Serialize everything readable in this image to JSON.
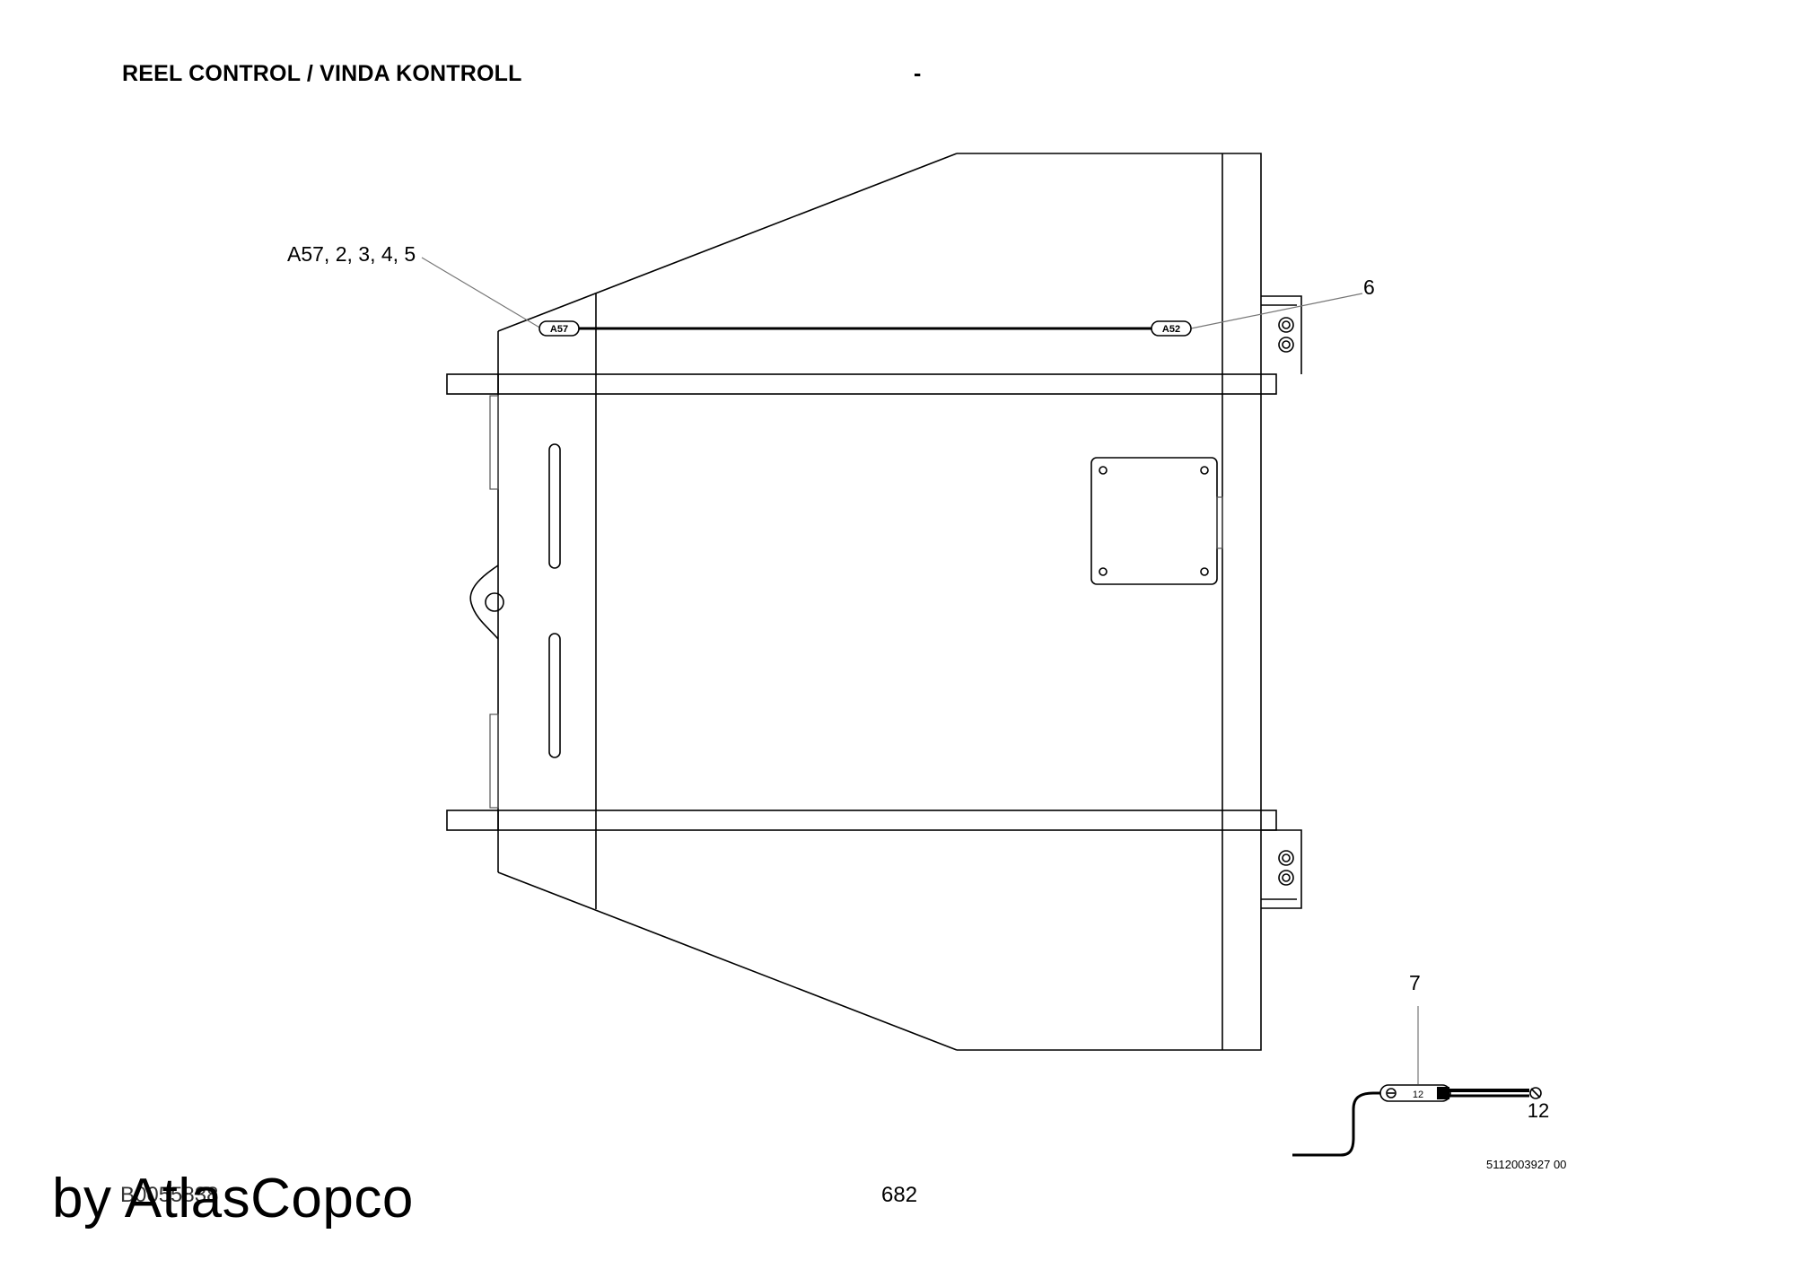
{
  "header": {
    "title": "REEL CONTROL / VINDA KONTROLL",
    "dash": "-"
  },
  "callouts": {
    "c1": "A57, 2, 3, 4, 5",
    "c6": "6",
    "c7": "7"
  },
  "tags": {
    "a57": "A57",
    "a52": "A52",
    "t12": "12",
    "end12": "12"
  },
  "footer": {
    "doc_number": "5112003927 00",
    "page_number": "682",
    "code": "B0055838",
    "watermark": "by AtlasCopco"
  }
}
